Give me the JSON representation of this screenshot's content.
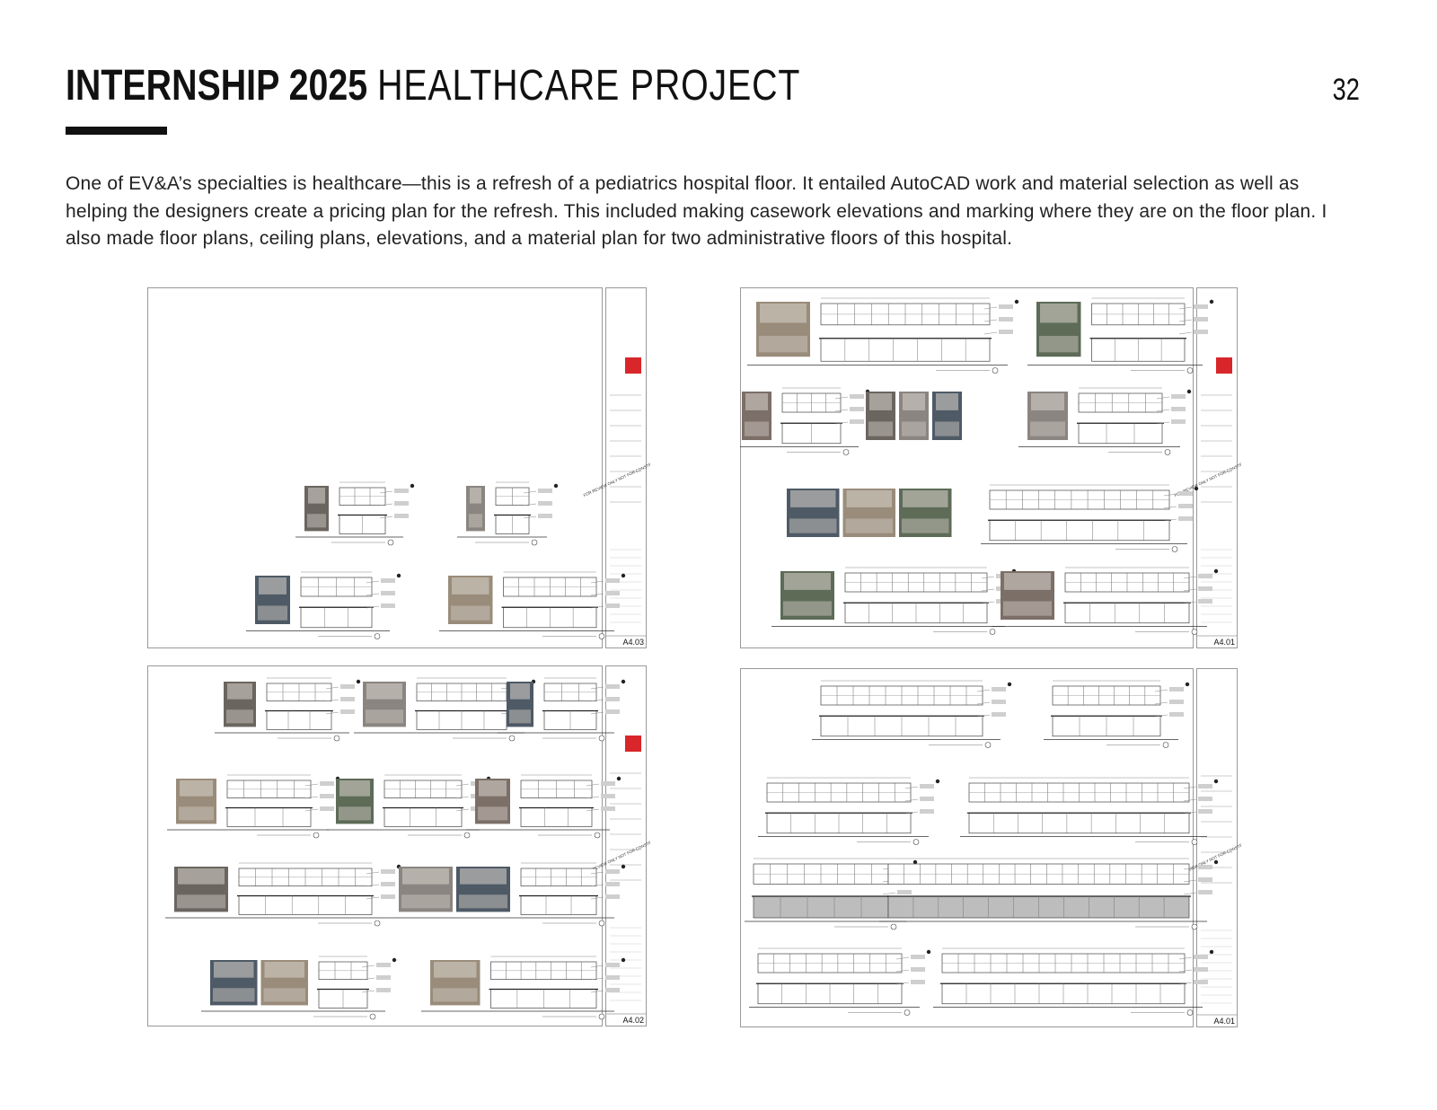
{
  "header": {
    "title_bold": "INTERNSHIP 2025",
    "title_light": "HEALTHCARE PROJECT",
    "page_number": "32"
  },
  "intro": {
    "text": "One of EV&A’s specialties is healthcare—this is a refresh of a pediatrics hospital floor. It entailed AutoCAD work and material selection as well as helping the designers create a pricing plan for the refresh. This included making casework elevations and marking where they are on the floor plan. I also made floor plans, ceiling plans, elevations, and a material plan for two administrative floors of this hospital."
  },
  "sheets": [
    {
      "id": "top-left",
      "sheet_number": "A4.03",
      "stamp": "FOR REVIEW ONLY NOT FOR CONSTRUCTION"
    },
    {
      "id": "top-right",
      "sheet_number": "A4.01",
      "stamp": "FOR REVIEW ONLY NOT FOR CONSTRUCTION"
    },
    {
      "id": "bottom-left",
      "sheet_number": "A4.02",
      "stamp": "FOR REVIEW ONLY NOT FOR CONSTRUCTION"
    },
    {
      "id": "bottom-right",
      "sheet_number": "A4.01",
      "stamp": "FOR REVIEW ONLY NOT FOR CONSTRUCTION"
    }
  ],
  "colors": {
    "logo_red": "#d9262b",
    "photo_dark": "#5a5652",
    "drawing_line": "#333333"
  }
}
